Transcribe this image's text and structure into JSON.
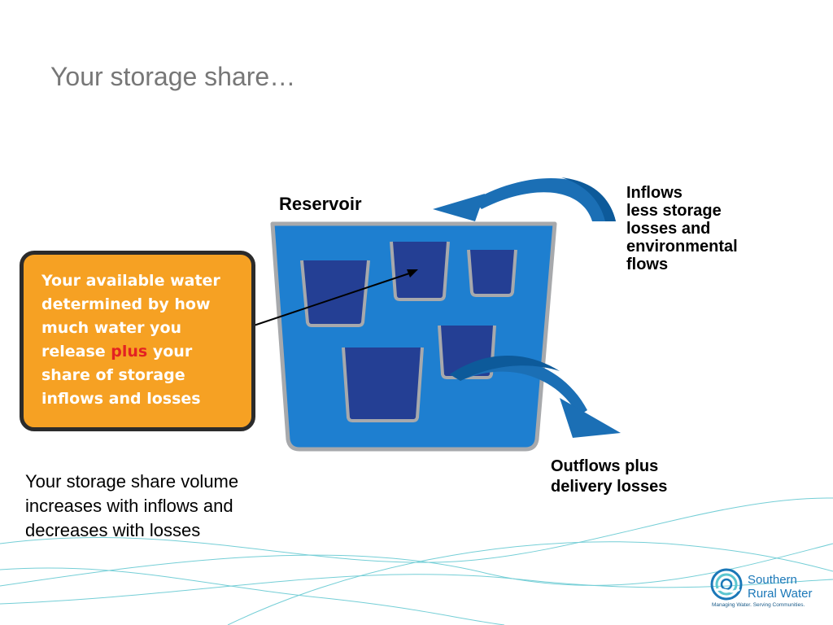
{
  "slide": {
    "title": "Your storage share…"
  },
  "diagram": {
    "reservoir_label": "Reservoir",
    "inflows_label": {
      "lines": [
        "Inflows",
        "less storage",
        "losses and",
        "environmental",
        "flows"
      ]
    },
    "outflows_label": {
      "lines": [
        "Outflows plus",
        "delivery losses"
      ]
    },
    "callout": {
      "line1": "Your available water",
      "line2": "determined by how",
      "line3": "much water you",
      "line4_before": "release ",
      "line4_accent": "plus",
      "line4_after": " your",
      "line5": "share of storage",
      "line6": "inflows and losses"
    },
    "footnote": {
      "lines": [
        "Your storage share volume",
        "increases with inflows and",
        "decreases with losses"
      ]
    }
  },
  "logo": {
    "name_line1": "Southern",
    "name_line2": "Rural Water",
    "tagline": "Managing Water. Serving Communities."
  },
  "colors": {
    "reservoir_blue": "#1e7fd0",
    "cup_fill": "#243f94",
    "cup_rim": "#a7a9ac",
    "arrow_blue": "#1e7fd0",
    "arrow_dark": "#0d5a9a",
    "callout_orange": "#f6a123",
    "accent_red": "#e32222",
    "wave_teal": "#5cc6cf"
  }
}
